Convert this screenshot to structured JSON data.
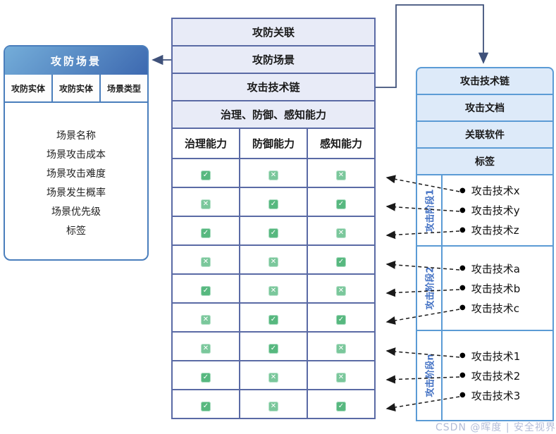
{
  "scenario_box": {
    "title": "攻防场景",
    "tabs": [
      "攻防实体",
      "攻防实体",
      "场景类型"
    ],
    "fields": [
      "场景名称",
      "场景攻击成本",
      "场景攻击难度",
      "场景发生概率",
      "场景优先级",
      "标签"
    ]
  },
  "relation_stack": {
    "rows": [
      "攻防关联",
      "攻防场景",
      "攻击技术链",
      "治理、防御、感知能力"
    ]
  },
  "capability_table": {
    "headers": [
      "治理能力",
      "防御能力",
      "感知能力"
    ],
    "rows": [
      [
        "check",
        "cross",
        "cross"
      ],
      [
        "cross",
        "check",
        "check"
      ],
      [
        "check",
        "check",
        "cross"
      ],
      [
        "cross",
        "cross",
        "check"
      ],
      [
        "check",
        "cross",
        "cross"
      ],
      [
        "cross",
        "check",
        "check"
      ],
      [
        "cross",
        "check",
        "cross"
      ],
      [
        "check",
        "cross",
        "cross"
      ],
      [
        "check",
        "cross",
        "check"
      ]
    ]
  },
  "tech_chain_box": {
    "rows": [
      "攻击技术链",
      "攻击文档",
      "关联软件",
      "标签"
    ],
    "stages": [
      {
        "label": "攻击阶段1",
        "items": [
          "攻击技术x",
          "攻击技术y",
          "攻击技术z"
        ]
      },
      {
        "label": "攻击阶段2",
        "items": [
          "攻击技术a",
          "攻击技术b",
          "攻击技术c"
        ]
      },
      {
        "label": "攻击阶段n",
        "items": [
          "攻击技术1",
          "攻击技术2",
          "攻击技术3"
        ]
      }
    ]
  },
  "icons": {
    "check": "✓",
    "cross": "✕",
    "bullet": "●"
  },
  "colors": {
    "middle_border": "#5a6aa5",
    "middle_fill": "#e8ebf7",
    "right_border": "#5b9bd5",
    "right_fill": "#ddeaf9",
    "left_border": "#4a7ebc",
    "header_gradient_start": "#74add9",
    "header_gradient_end": "#3d69b0",
    "check_green": "#57b87f",
    "cross_green": "#7ac79b",
    "stage_label_blue": "#4472c4",
    "connector_blue": "#3f517a",
    "dashed_black": "#222222"
  },
  "watermark": "CSDN @晖度 | 安全视界"
}
